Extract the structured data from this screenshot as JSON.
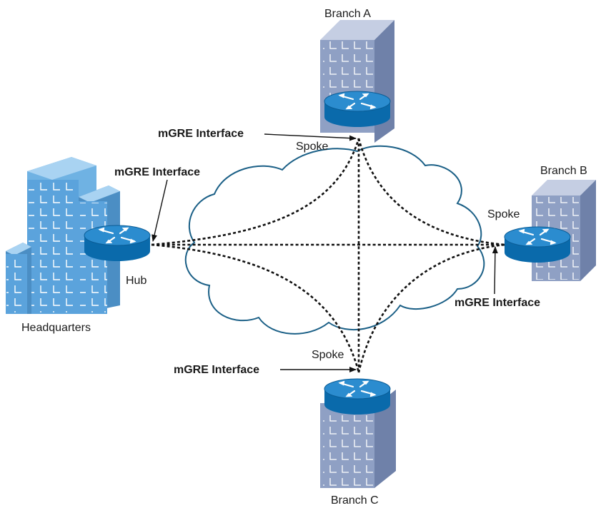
{
  "sites": {
    "headquarters": {
      "label": "Headquarters",
      "role": "Hub"
    },
    "branch_a": {
      "label": "Branch A",
      "role": "Spoke"
    },
    "branch_b": {
      "label": "Branch B",
      "role": "Spoke"
    },
    "branch_c": {
      "label": "Branch C",
      "role": "Spoke"
    }
  },
  "interface_label": "mGRE Interface",
  "colors": {
    "hq_building": "#5ba3dc",
    "branch_building": "#8fa0c4",
    "router_body": "#0a73b8",
    "router_top": "#2e8fd0",
    "cloud_stroke": "#1a5f86",
    "tunnel": "#111111"
  },
  "icons": [
    "building-icon",
    "router-icon",
    "cloud-icon",
    "arrow-icon"
  ]
}
